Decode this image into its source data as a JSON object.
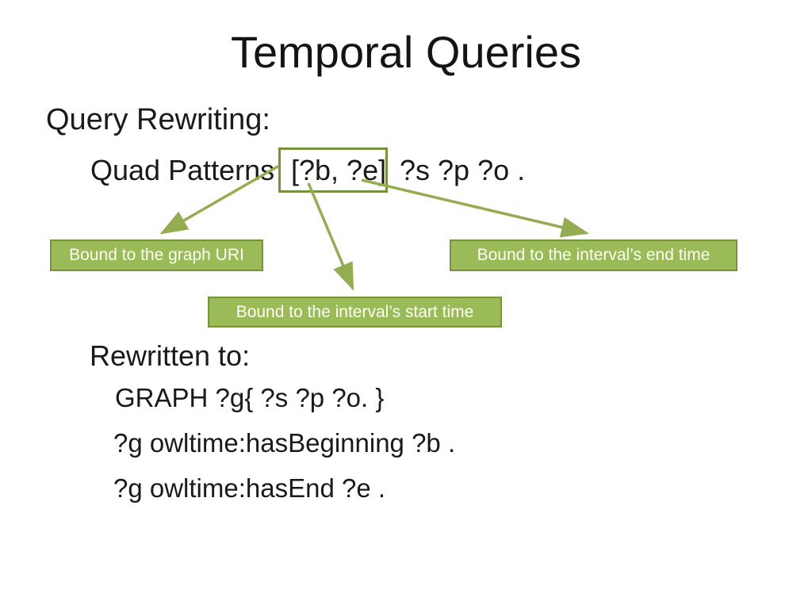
{
  "slide": {
    "title": "Temporal Queries",
    "section_heading": "Query Rewriting:",
    "quad_pattern": {
      "prefix": "Quad Patterns",
      "interval": "[?b, ?e]",
      "suffix": "?s ?p ?o ."
    },
    "callouts": {
      "graph_uri": "Bound to the graph URI",
      "start_time": "Bound to the interval’s start time",
      "end_time": "Bound to the interval’s end time"
    },
    "rewritten_heading": "Rewritten to:",
    "rewritten_lines": [
      "GRAPH ?g{ ?s ?p ?o. }",
      "?g owltime:hasBeginning ?b .",
      "?g owltime:hasEnd ?e ."
    ],
    "colors": {
      "callout_fill": "#9bbb59",
      "callout_border": "#77933c",
      "callout_text": "#ffffff",
      "arrow": "#94ac52",
      "interval_outline": "#76923c",
      "text": "#1a1a1a",
      "background": "#ffffff"
    }
  }
}
